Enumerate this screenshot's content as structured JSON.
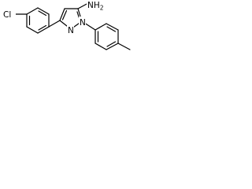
{
  "molecule": {
    "atoms": {
      "chlorine": "Cl",
      "amine": "NH",
      "amine_h_count": "2",
      "ring_nitrogen_1": "N",
      "ring_nitrogen_2": "N"
    }
  }
}
